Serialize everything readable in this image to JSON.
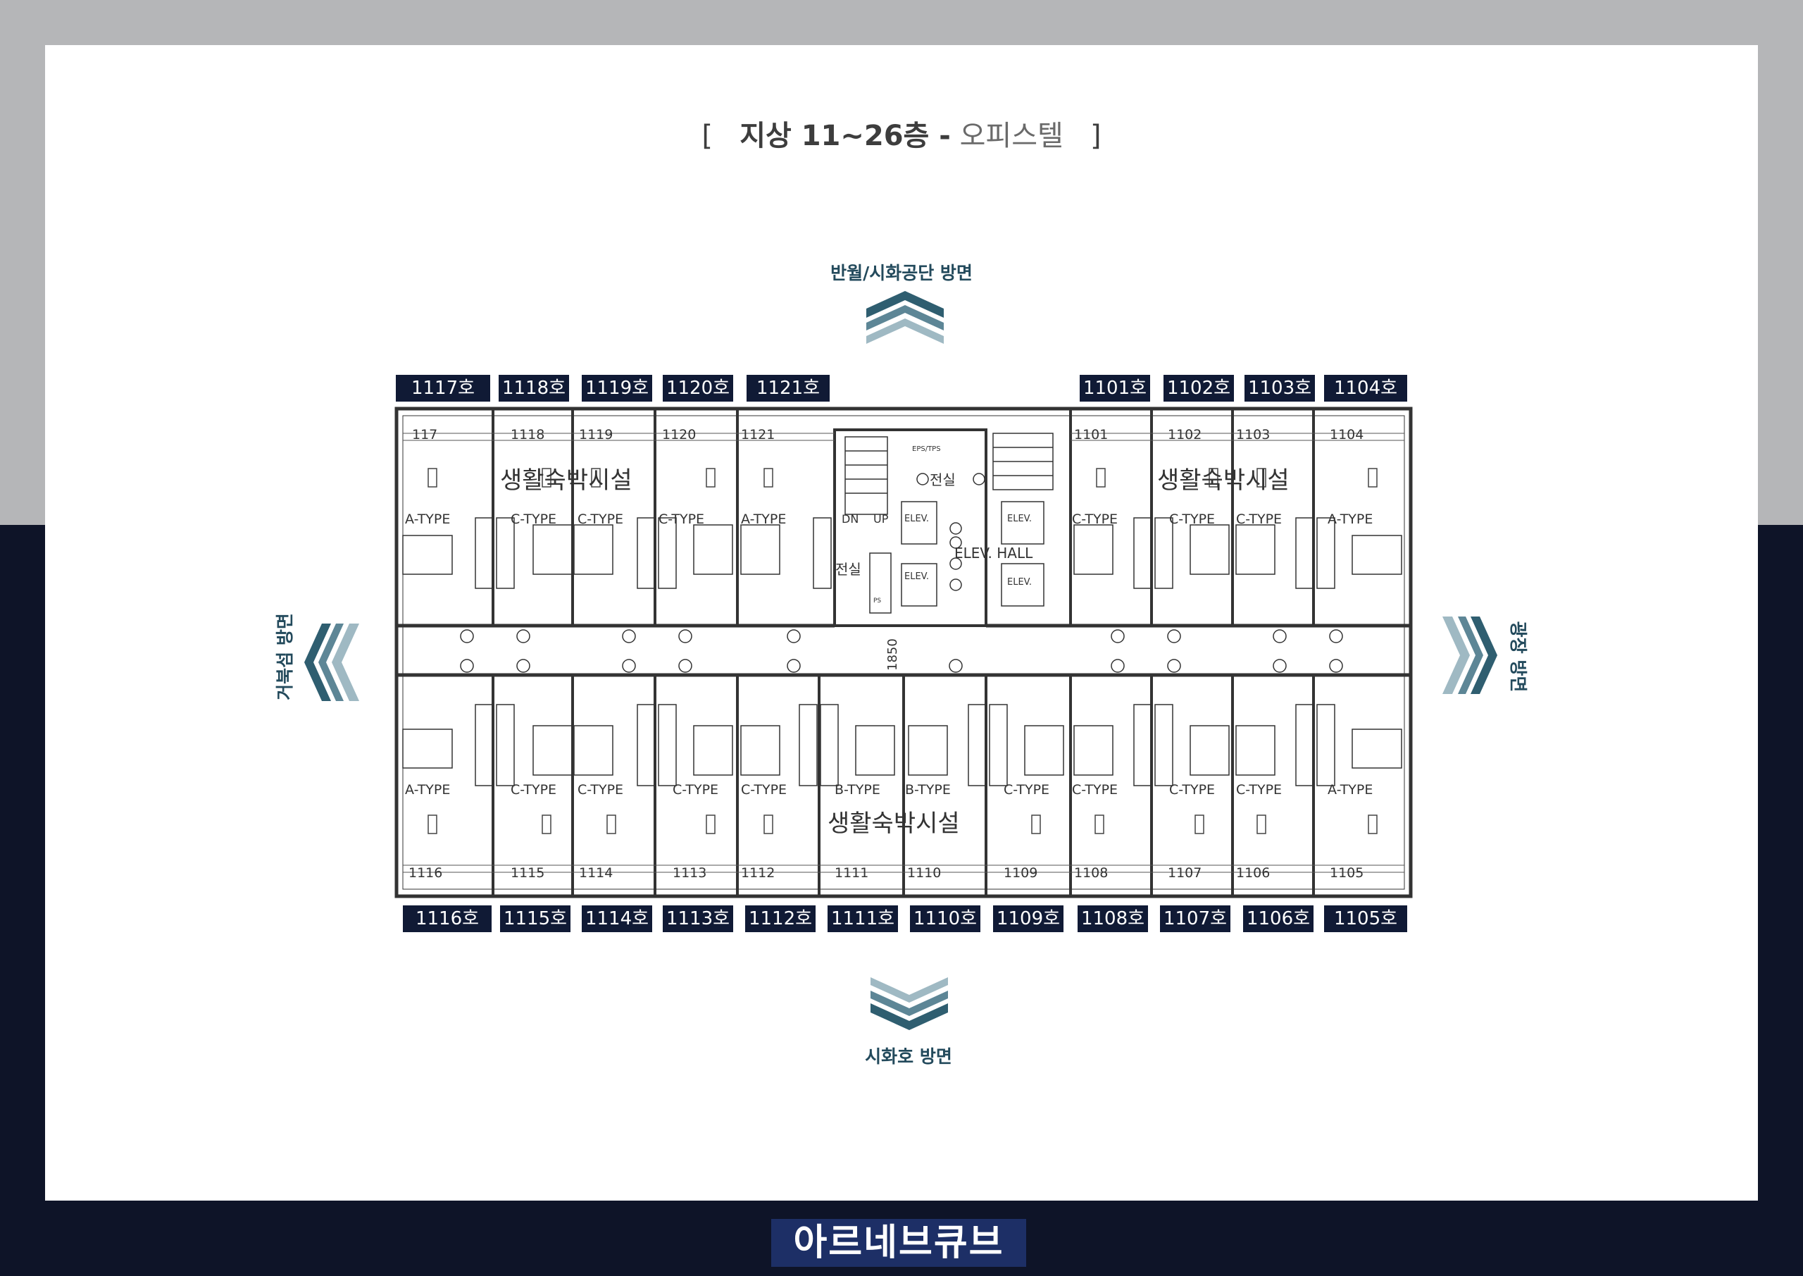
{
  "title": {
    "open_bracket": "[",
    "floor": "지상 11~26층 -",
    "type": "오피스텔",
    "close_bracket": "]"
  },
  "directions": {
    "top": "반월/시화공단 방면",
    "bottom": "시화호 방면",
    "left": "거북섬 방면",
    "right": "광장 방면"
  },
  "units_top": [
    "1117호",
    "1118호",
    "1119호",
    "1120호",
    "1121호",
    "1101호",
    "1102호",
    "1103호",
    "1104호"
  ],
  "units_bottom": [
    "1116호",
    "1115호",
    "1114호",
    "1113호",
    "1112호",
    "1111호",
    "1110호",
    "1109호",
    "1108호",
    "1107호",
    "1106호",
    "1105호"
  ],
  "plan": {
    "room_numbers_top": [
      "117",
      "1118",
      "1119",
      "1120",
      "1121",
      "1101",
      "1102",
      "1103",
      "1104"
    ],
    "room_numbers_bottom": [
      "1116",
      "1115",
      "1114",
      "1113",
      "1112",
      "1111",
      "1110",
      "1109",
      "1108",
      "1107",
      "1106",
      "1105"
    ],
    "facility_label": "생활숙박시설",
    "types_top": [
      "A-TYPE",
      "C-TYPE",
      "C-TYPE",
      "C-TYPE",
      "A-TYPE",
      "C-TYPE",
      "C-TYPE",
      "C-TYPE",
      "A-TYPE"
    ],
    "types_bottom": [
      "A-TYPE",
      "C-TYPE",
      "C-TYPE",
      "C-TYPE",
      "C-TYPE",
      "B-TYPE",
      "B-TYPE",
      "C-TYPE",
      "C-TYPE",
      "C-TYPE",
      "C-TYPE",
      "A-TYPE"
    ],
    "core": {
      "elev_hall": "ELEV. HALL",
      "elec_room": "전실",
      "elev": "ELEV.",
      "dn": "DN",
      "up": "UP",
      "dimension": "1850",
      "ps": "PS",
      "eps": "EPS/TPS"
    }
  },
  "logo": "아르네브큐브",
  "colors": {
    "navy": "#0e1428",
    "label_bg": "#101a35",
    "grey": "#b5b6b8",
    "teal_dark": "#2f5e70",
    "teal_light": "#9fb9c3",
    "logo_bg": "#1d2f66"
  }
}
